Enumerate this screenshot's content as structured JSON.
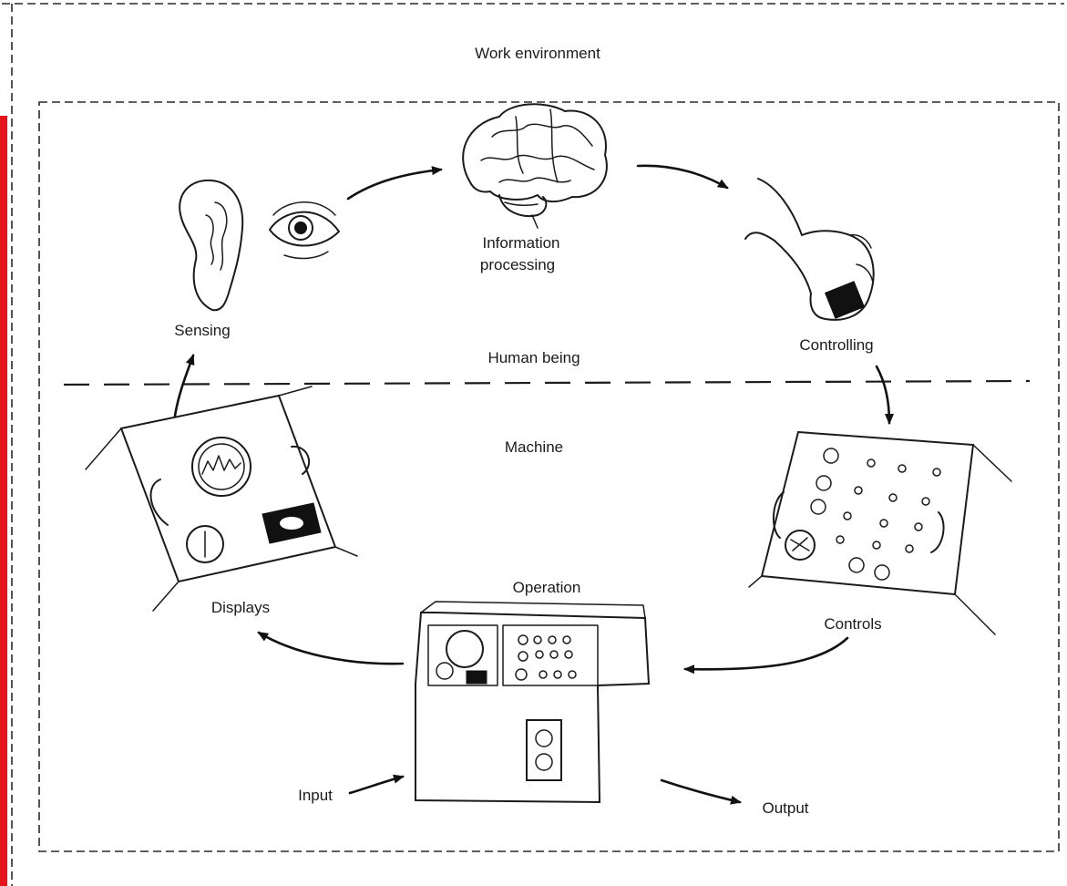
{
  "title": "Work environment",
  "labels": {
    "sensing": "Sensing",
    "information_processing_line1": "Information",
    "information_processing_line2": "processing",
    "controlling": "Controlling",
    "human_being": "Human being",
    "machine": "Machine",
    "displays": "Displays",
    "controls": "Controls",
    "operation": "Operation",
    "input": "Input",
    "output": "Output"
  },
  "colors": {
    "margin_bar": "#e8141d",
    "ink": "#1b1b1b"
  },
  "icons": [
    "ear-icon",
    "eye-icon",
    "brain-icon",
    "hand-icon",
    "display-panel-icon",
    "control-panel-icon",
    "operation-console-icon"
  ]
}
